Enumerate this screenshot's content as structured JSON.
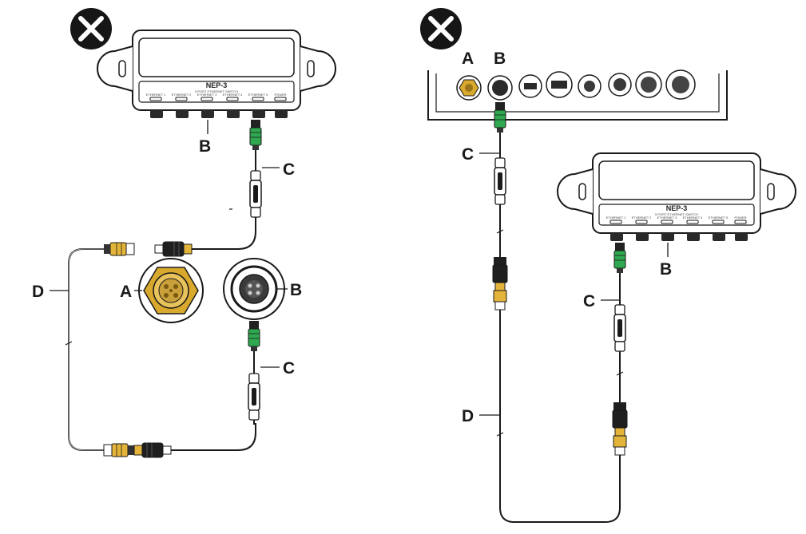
{
  "diagrams": [
    {
      "side": "left",
      "status_icon": "close-icon",
      "switch": {
        "title": "NEP-3",
        "subtitle": "5 PORT ETHERNET SWITCH",
        "port_labels": [
          "ETHERNET 1",
          "ETHERNET 2",
          "ETHERNET 3",
          "ETHERNET 4",
          "ETHERNET 5",
          "POWER"
        ]
      },
      "callouts": {
        "b_top": "B",
        "c_top": "C",
        "d": "D",
        "a": "A",
        "b_mid": "B",
        "c_bottom": "C"
      }
    },
    {
      "side": "right",
      "status_icon": "close-icon",
      "panel_callouts": {
        "a": "A",
        "b": "B"
      },
      "switch": {
        "title": "NEP-3",
        "subtitle": "5 PORT ETHERNET SWITCH",
        "port_labels": [
          "ETHERNET 1",
          "ETHERNET 2",
          "ETHERNET 3",
          "ETHERNET 4",
          "ETHERNET 5",
          "POWER"
        ]
      },
      "callouts": {
        "c_top": "C",
        "d": "D",
        "b": "B",
        "c_right": "C"
      }
    }
  ],
  "colors": {
    "ink": "#1a1a1a",
    "badge": "#161616",
    "connector_green": "#2fa84f",
    "connector_yellow": "#e4b43a",
    "brass": "#d9a92e"
  }
}
